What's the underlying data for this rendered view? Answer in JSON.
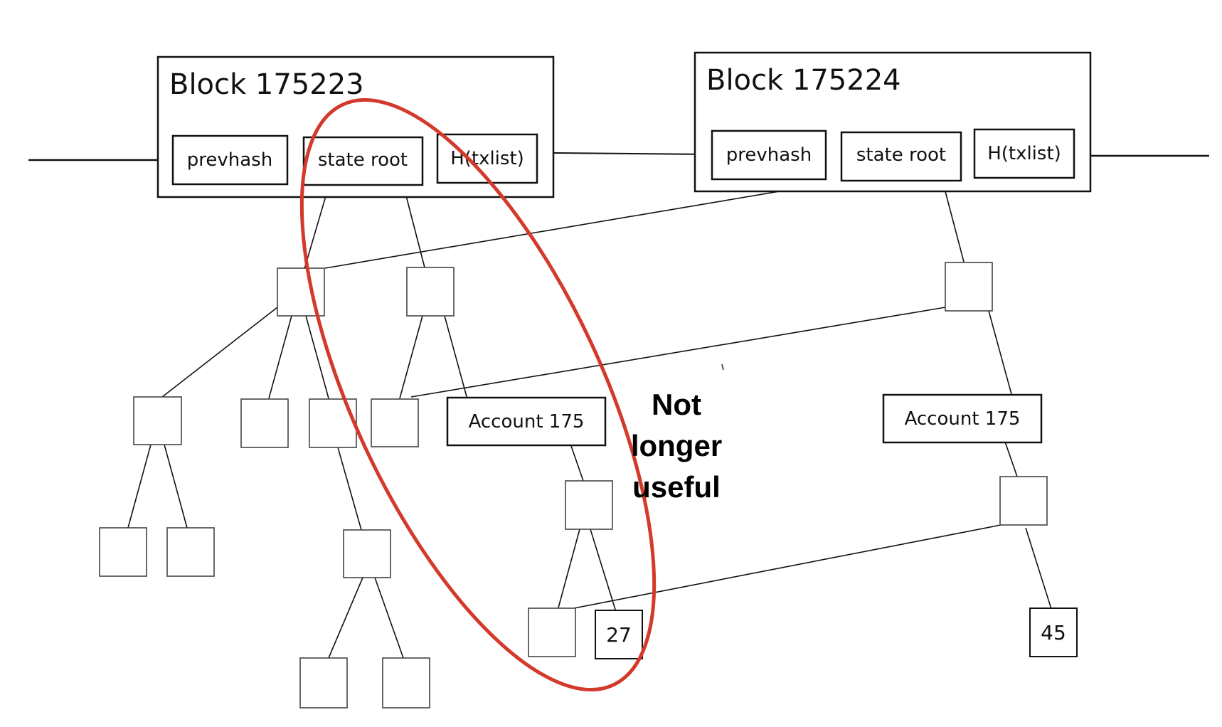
{
  "blocks": [
    {
      "title": "Block 175223",
      "fields": {
        "prevhash": "prevhash",
        "state_root": "state root",
        "txlist": "H(txlist)"
      }
    },
    {
      "title": "Block 175224",
      "fields": {
        "prevhash": "prevhash",
        "state_root": "state root",
        "txlist": "H(txlist)"
      }
    }
  ],
  "accounts": {
    "old": "Account 175",
    "new": "Account 175"
  },
  "values": {
    "old_leaf": "27",
    "new_leaf": "45"
  },
  "annotation": {
    "line1": "Not",
    "line2": "longer",
    "line3": "useful",
    "highlight_color": "#d33a2c"
  }
}
